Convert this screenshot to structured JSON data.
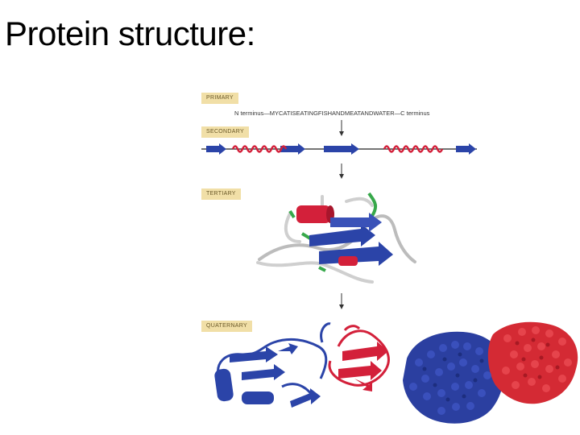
{
  "slide": {
    "title": "Protein structure:"
  },
  "figure": {
    "primary_label": "PRIMARY",
    "sequence": "N terminus—MYCATISEATINGFISHANDMEATANDWATER—C terminus",
    "secondary_label": "SECONDARY",
    "tertiary_label": "TERTIARY",
    "quaternary_label": "QUATERNARY"
  },
  "colors": {
    "label_bg": "#f1dfa7",
    "helix": "#d3203a",
    "sheet": "#2b44a8",
    "loop": "#d8d8d8",
    "turn": "#37a84a"
  }
}
